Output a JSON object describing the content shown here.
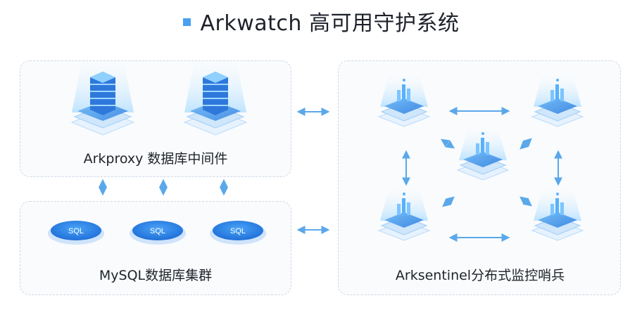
{
  "title": "Arkwatch 高可用守护系统",
  "colors": {
    "accent": "#4aa0f0",
    "arrow": "#5aa8ea",
    "panel_border": "#cfd8e3",
    "panel_bg": "#f9fbfd",
    "server_blue": "#3d8fe8",
    "sql_disk": "#2f86e8"
  },
  "proxy": {
    "label": "Arkproxy 数据库中间件",
    "nodes": [
      "server-stack",
      "server-stack"
    ]
  },
  "mysql": {
    "label": "MySQL数据库集群",
    "nodes": [
      "SQL",
      "SQL",
      "SQL"
    ]
  },
  "sentinel": {
    "label": "Arksentinel分布式监控哨兵",
    "nodes": [
      "sentinel-top-left",
      "sentinel-top-right",
      "sentinel-center",
      "sentinel-bottom-left",
      "sentinel-bottom-right"
    ]
  }
}
